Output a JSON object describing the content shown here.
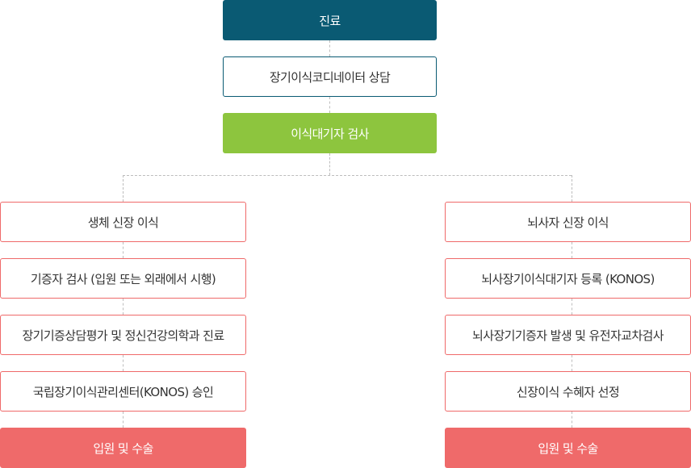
{
  "center": {
    "step1": "진료",
    "step2": "장기이식코디네이터 상담",
    "step3": "이식대기자 검사"
  },
  "left": {
    "items": [
      "생체 신장 이식",
      "기증자 검사 (입원 또는 외래에서 시행)",
      "장기기증상담평가 및 정신건강의학과 진료",
      "국립장기이식관리센터(KONOS) 승인",
      "입원 및 수술"
    ]
  },
  "right": {
    "items": [
      "뇌사자 신장 이식",
      "뇌사장기이식대기자 등록 (KONOS)",
      "뇌사장기기증자 발생 및 유전자교차검사",
      "신장이식 수혜자 선정",
      "입원 및 수술"
    ]
  },
  "colors": {
    "primary": "#0a5a73",
    "green": "#8dc53e",
    "red": "#ef6a6a",
    "connector": "#bdbdbd"
  }
}
